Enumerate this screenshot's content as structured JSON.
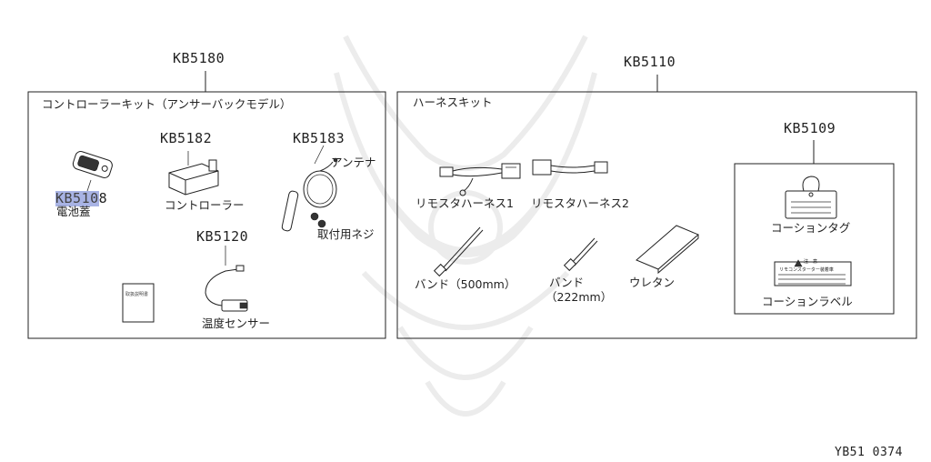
{
  "groups": {
    "left": {
      "part_number": "KB5180",
      "title": "コントローラーキット（アンサーバックモデル）",
      "items": {
        "remote": {
          "part_number": "KB5108",
          "highlight_text": "KB510",
          "highlight_rest": "8",
          "label": "電池蓋"
        },
        "controller": {
          "part_number": "KB5182",
          "label": "コントローラー"
        },
        "antenna": {
          "part_number": "KB5183",
          "label": "アンテナ",
          "screw_label": "取付用ネジ"
        },
        "sensor": {
          "part_number": "KB5120",
          "label": "温度センサー"
        },
        "manual": {
          "label": "取扱説明書"
        }
      }
    },
    "right": {
      "part_number": "KB5110",
      "title": "ハーネスキット",
      "items": {
        "harness1": {
          "label": "リモスタハーネス1"
        },
        "harness2": {
          "label": "リモスタハーネス2"
        },
        "band500": {
          "label": "バンド（500mm）"
        },
        "band222": {
          "label_line1": "バンド",
          "label_line2": "（222mm）"
        },
        "urethane": {
          "label": "ウレタン"
        },
        "caution": {
          "part_number": "KB5109",
          "tag_label": "コーションタグ",
          "label_label": "コーションラベル",
          "sticker_heading": "注　意",
          "sticker_text": "リモコンスターター装着車"
        }
      }
    }
  },
  "figure_id": "YB51 0374",
  "highlight_color": "#9aa6e0"
}
